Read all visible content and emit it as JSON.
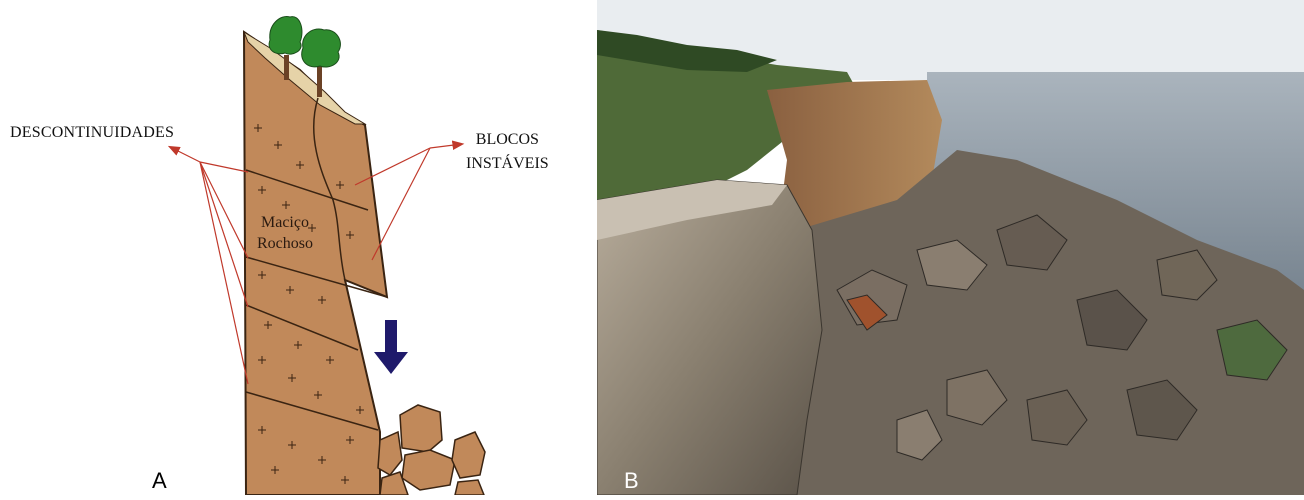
{
  "panel_a": {
    "letter": "A",
    "label_discontinuities": "DESCONTINUIDADES",
    "label_blocks_line1": "BLOCOS",
    "label_blocks_line2": "INSTÁVEIS",
    "label_massif_line1": "Maciço",
    "label_massif_line2": "Rochoso"
  },
  "panel_b": {
    "letter": "B"
  },
  "colors": {
    "rock": "#c1895a",
    "rock_outline": "#3a2412",
    "leader_lines": "#c0392b",
    "fall_arrow": "#1f1a6b",
    "tree_foliage": "#2e8b2e",
    "sea": "#8a97a3",
    "sky": "#e9edf0"
  }
}
